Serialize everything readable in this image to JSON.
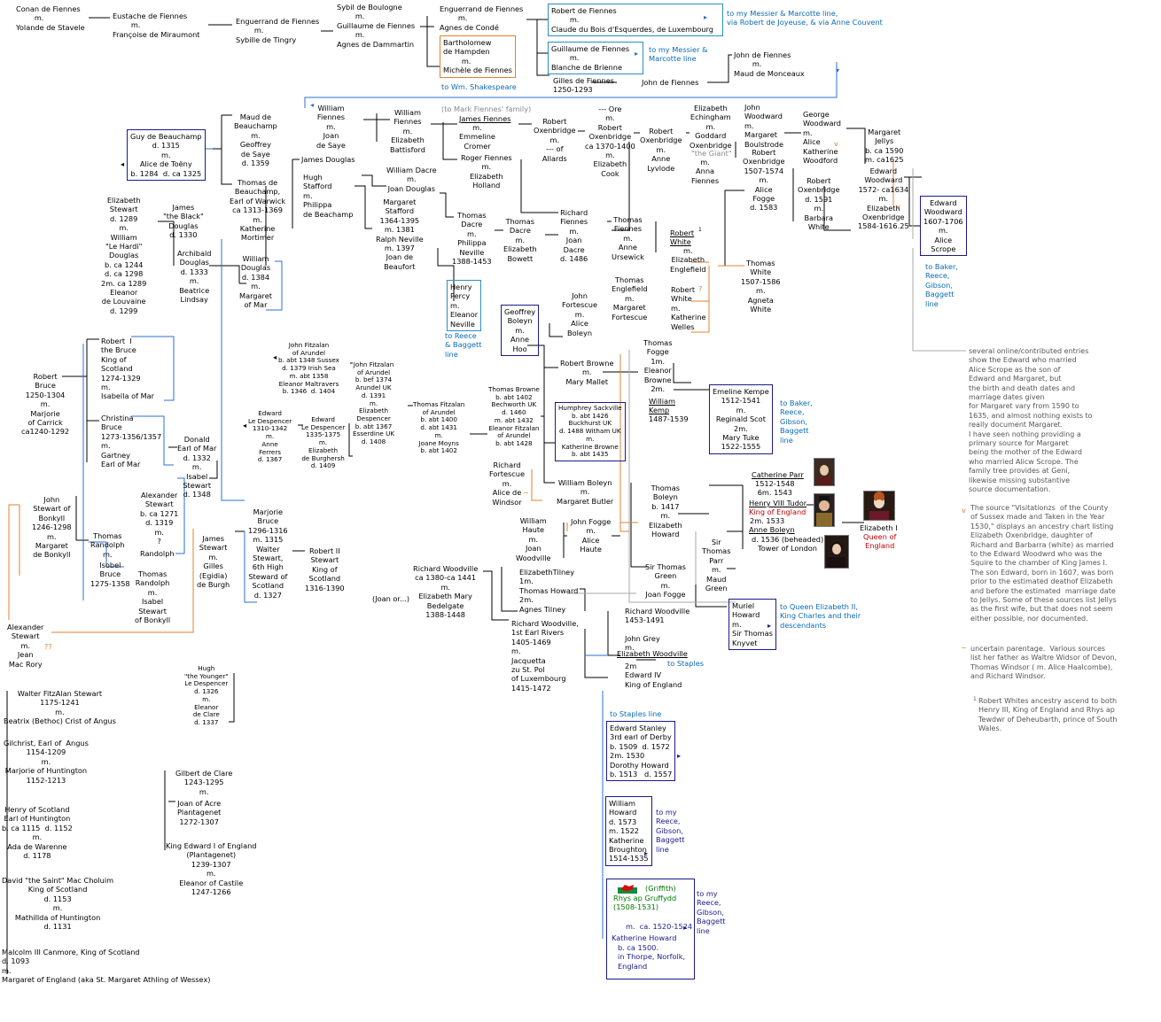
{
  "nodes": {
    "conan": "Conan de Fiennes\n        m.\nYolande de Stavele",
    "eustache": "Eustache de Fiennes\n        m.\nFrançoise de Miraumont",
    "enguerrand1": "Enguerrand de Fiennes\n        m.\nSybille de Tingry",
    "guillaume1": "Sybil de Boulogne\n        m.\nGuillaume de Fiennes\n        m.\nAgnes de Dammartin",
    "enguerrand2": "Enguerrand de Fiennes\n        m.\nAgnes de Condé",
    "bartholomew": "Bartholomew\nde Hampden\n        m.\nMichèle de Fiennes",
    "to_shakespeare": "to Wm. Shakespeare",
    "robert_fiennes": "Robert de Fiennes\n        m.\nClaude du Bois d'Esquerdes, de Luxembourg",
    "to_messier1": "to my Messier & Marcotte line,\nvia Robert de Joyeuse, & via Anne Couvent",
    "guillaume2": "Guillaume de Fiennes\n        m.\nBlanche de Brienne",
    "to_messier2": "to my Messier &\nMarcotte line",
    "gilles": "Gilles de Fiennes\n1250-1293",
    "john_fiennes_a": "John de Fiennes",
    "john_fiennes_b": "John de Fiennes\n        m.\nMaud de Monceaux",
    "william_fiennes1": "William\nFiennes\nm.\nJoan\nde Saye",
    "maud_beauchamp": "Maud de\nBeauchamp\nm.\nGeoffrey\nde Saye\nd. 1359",
    "guy_beauchamp": "Guy de Beauchamp\nd. 1315\nm.\nAlice de Toëny\nb. 1284  d. ca 1325",
    "william_fiennes2": "William\nFiennes\nm.\nElizabeth\nBattisford",
    "to_mark_fiennes": "(to Mark Fiennes' family)",
    "james_fiennes": "James Fiennes",
    "james_fiennes_rest": "m.\nEmmeline\nCromer",
    "roger_fiennes": "Roger Fiennes\nm.\nElizabeth\nHolland",
    "robert_oxenbridge1": "Robert\nOxenbridge\nm.\n--- of\nAllards",
    "ore": "--- Ore\nm.\nRobert\nOxenbridge\nca 1370-1400\nm.\nElizabeth\nCook",
    "robert_oxenbridge2": "Robert\nOxenbridge\nm.\nAnne\nLyvlode",
    "elizabeth_echingham": "Elizabeth\nEchingham\nm.\nGoddard\nOxenbridge",
    "the_giant": "\"the Giant\"",
    "anna_fiennes": "m.\nAnna\nFiennes",
    "john_woodward": "John\nWoodward\nm.\nMargaret\nBoulstrode",
    "george_woodward": "George\nWoodward\nm.\nAlice\nKatherine\nWoodford",
    "margaret_jellys": "Margaret\nJellys\nb. ca 1590\nm. ca1625",
    "edward_woodward1": "Edward\nWoodward\n1572- ca1634\nm.\nElizabeth\nOxenbridge\n1584-1616.25",
    "edward_woodward2": "Edward\nWoodward\n1607-1706\nm.\nAlice\nScrope",
    "to_baker1": "to Baker,\nReece,\nGibson,\nBaggett\nline",
    "robert_oxenbridge3": "Robert\nOxenbridge\n1507-1574\nm.\nAlice\nFogge\nd. 1583",
    "robert_oxenbridge4": "Robert\nOxenbridge\nd. 1591\nm.\nBarbara\nWhite",
    "james_douglas": "James Douglas",
    "hugh_stafford": "Hugh\nStafford\nm.\nPhilippa\nde Beachamp",
    "william_dacre": "William Dacre\nm.\nJoan Douglas",
    "margaret_stafford": "Margaret\nStafford\n1364-1395\nm. 1381\nRalph Neville\nm. 1397\nJoan de\nBeaufort",
    "thomas_dacre1": "Thomas\nDacre\nm.\nPhilippa\nNeville\n1388-1453",
    "thomas_dacre2": "Thomas\nDacre\nm.\nElizabeth\nBowett",
    "richard_fiennes": "Richard\nFiennes\nm.\nJoan\nDacre\nd. 1486",
    "thomas_fiennes": "Thomas\nFiennes\nm.\nAnne\nUrsewick",
    "robert_white1": "Robert",
    "robert_white1b": "White",
    "robert_white1c": "m.\nElizabeth\nEnglefield",
    "thomas_englefield": "Thomas\nEnglefield\nm.\nMargaret\nFortescue",
    "robert_white2": "Robert\nWhite\nm.\nKatherine\nWelles",
    "thomas_white": "Thomas\nWhite\n1507-1586\nm.\nAgneta\nWhite",
    "henry_percy": "Henry\nPercy\nm.\nEleanor\nNeville",
    "to_reece1": "to Reece\n& Baggett\nline",
    "geoffrey_boleyn": "Geoffrey\nBoleyn\nm.\nAnne\nHoo",
    "john_fortescue": "John\nFortescue\nm.\nAlice\nBoleyn",
    "thomas_beauchamp": "Thomas de\nBeauchamp,\nEarl of Warwick\nca 1313-1369\nm.\nKatherine\nMortimer",
    "elizabeth_stewart": "Elizabeth\nStewart\nd. 1289\nm.\nWilliam\n\"Le Hardi\"\nDouglas\nb. ca 1244\nd. ca 1298\n2m. ca 1289\nEleanor\nde Louvaine\nd. 1299",
    "james_black_douglas": "James\n\"the Black\"\nDouglas\nd. 1330",
    "archibald_douglas": "Archibald\nDouglas\nd. 1333\nm.\nBeatrice\nLindsay",
    "william_douglas": "William\nDouglas\nd. 1384\nm.\nMargaret\nof Mar",
    "robert_bruce1": "Robert\nBruce\n1250-1304\nm.\nMarjorie\nof Carrick\nca1240-1292",
    "robert_the_bruce": "Robert  I\nthe Bruce\nKing of\nScotland\n1274-1329\nm.\nIsabella of Mar",
    "christina_bruce": "Christina\nBruce\n1273-1356/1357\nm.\nGartney\nEarl of Mar",
    "donald_mar": "Donald\nEarl of Mar\nd. 1332\nm.\nIsabel\nStewart\nd. 1348",
    "john_fitzalan1": "John Fitzalan\nof Arundel\nb. abt 1348 Sussex\nd. 1379 Irish Sea\nm. abt 1358\nEleanor Maltravers\nb. 1346  d. 1404",
    "john_fitzalan2": "John Fitzalan\nof Arundel\nb. bef 1374\nArundel UK\nd. 1391\nm.\nElizabeth\nDespencer\nb. abt 1367\nEsserdine UK\nd. 1408",
    "thomas_fitzalan": "Thomas Fitzalan\nof Arundel\nb. abt 1400\nd. abt 1431\nm.\nJoane Moyns\nb. abt 1402",
    "thomas_browne": "Thomas Browne\nb. abt 1402\nBechworth UK\nd. 1460\nm. abt 1432\nEleanor Fitzalan\nof Arundel\nb. abt 1428",
    "edward_despencer1": "Edward\nLe Despencer\n1310-1342\nm.\nAnne\nFerrers\nd. 1367",
    "edward_despencer2": "Edward\nLe Despencer\n1335-1375\nm.\nElizabeth\nde Burghersh\nd. 1409",
    "robert_browne": "Robert Browne\nm.\nMary Mallet",
    "humphrey_sackville": "Humphrey Sackville\nb. abt 1426\nBuckhurst UK\nd. 1488 Witham UK\nm.\nKatherine Browne\nb. abt 1435",
    "thomas_fogge": "Thomas\nFogge\n1m.\nEleanor\nBrowne\n2m.",
    "william_kemp": "William\nKemp",
    "kemp_dates": "1487-1539",
    "emeline_kempe": "Emeline Kempe\n1512-1541\nm.\nReginald Scot\n2m.\nMary Tuke\n1522-1555",
    "to_baker2": "to Baker,\nReece,\nGibson,\nBaggett\nline",
    "richard_fortescue": "Richard\nFortescue\nm.\nAlice de\nWindsor",
    "william_boleyn": "William Boleyn\nm.\nMargaret Butler",
    "thomas_boleyn": "Thomas\nBoleyn\nb. 1417\nm.\nElizabeth\nHoward",
    "catherine_parr": "Catherine Parr",
    "catherine_parr_rest": "1512-1548\n6m. 1543",
    "henry_viii": "Henry VIII Tudor",
    "king_england": "King of England",
    "henry_m": "2m. 1533",
    "anne_boleyn": "Anne Boleyn",
    "anne_boleyn_rest": "d. 1536 (beheaded)\nTower of London",
    "elizabeth_i": "Elizabeth I",
    "queen_england": "Queen of\nEngland",
    "thomas_parr": "Sir\nThomas\nParr\nm.\nMaud\nGreen",
    "thomas_green": "Sir Thomas\nGreen\nm.\nJoan Fogge",
    "muriel_howard": "Muriel\nHoward\nm.\nSir Thomas\nKnyvet",
    "to_queen_elizabeth": "to Queen Elizabeth II,\nKing Charles and their\ndescendants",
    "james_stewart": "James\nStewart\nm.\nGilles\n(Egidia)\nde Burgh",
    "marjorie_bruce": "Marjorie\nBruce\n1296-1316\nm. 1315\nWalter\nStewart,\n6th High\nSteward of\nScotland\nd. 1327",
    "robert_ii": "Robert II\nStewart\nKing of\nScotland\n1316-1390",
    "john_stewart": "John\nStewart of\nBonkyll\n1246-1298\nm.\nMargaret\nde Bonkyll",
    "alexander_stewart1": "Alexander\nStewart\nb. ca 1271\nd. 1319\nm.\n?",
    "randolph": "Randolph",
    "thomas_randolph1": "Thomas\nRandolph\nm.",
    "isobel_bruce": "Isobel\nBruce\n1275-1358",
    "thomas_randolph2": "Thomas\nRandolph\nm.\nIsabel\nStewart\nof Bonkyll",
    "alexander_stewart2": "Alexander\nStewart\nm.\nJean\nMac Rory",
    "qq": "??",
    "walter_fitzalan": "Walter FitzAlan Stewart\n1175-1241\nm.\nBeatrix (Bethoc) Crist of Angus",
    "gilchrist": "Gilchrist, Earl of  Angus\n1154-1209\nm.\nMarjorie of Huntington\n1152-1213",
    "henry_scotland": "Henry of Scotland\nEarl of Huntington\nb. ca 1115  d. 1152\nm.\nAda de Warenne\nd. 1178",
    "david_saint": "David \"the Saint\" Mac Choluim\nKing of Scotland\nd. 1153\nm.\nMathillda of Huntington\nd. 1131",
    "malcolm_iii": "Malcolm III Canmore, King of Scotland\nd. 1093\nm.\nMargaret of England (aka St. Margaret Athling of Wessex)",
    "hugh_despencer": "Hugh\n\"the Younger\"\nLe Despencer\nd. 1326\nm.\nEleanor\nde Clare\nd. 1337",
    "gilbert_clare": "Gilbert de Clare\n1243-1295\nm.",
    "joan_acre": "Joan of Acre\nPlantagenet\n1272-1307",
    "edward_i": "King Edward I of England\n(Plantagenet)\n1239-1307\nm.\nEleanor of Castile\n1247-1266",
    "william_haute": "William\nHaute\nm.\nJoan\nWoodville",
    "john_fogge": "John Fogge\nm.\nAlice\nHaute",
    "elizabeth_tilney": "ElizabethTilney\n1m.\nThomas Howard\n2m.\nAgnes Tilney",
    "richard_woodville1": "Richard Woodville\nca 1380-ca 1441\nm.\nElizabeth Mary\nBedelgate\n1388-1448",
    "joan_or": "(Joan or...)",
    "richard_woodville2": "Richard Woodville,\n1st Earl Rivers\n1405-1469\nm.\nJacquetta\nzu St. Pol\nof Luxembourg\n1415-1472",
    "richard_woodville3": "Richard Woodville\n1453-1491",
    "john_grey": "John Grey\nm.",
    "elizabeth_woodville": "Elizabeth Woodville",
    "woodville_rest": "2m\nEdward IV\nKing of England",
    "to_staples1": "to Staples",
    "to_staples2": "to Staples line",
    "edward_stanley": "Edward Stanley\n3rd earl of Derby\nb. 1509  d. 1572\n2m. 1530\nDorothy Howard\nb. 1513   d. 1557",
    "william_howard": "William\nHoward\nd. 1573\nm. 1522\nKatherine\nBroughton\n1514-1535",
    "to_reece2": "to my\nReece,\nGibson,\nBaggett\nline",
    "griffith": "(Griffith)",
    "rhys": "Rhys ap Gruffydd\n(1508-1531)",
    "rhys_m": "m.  ca. 1520-1524",
    "katherine_howard": "Katherine Howard",
    "katherine_howard_rest": "b. ca 1500.\nin Thorpe, Norfolk,\nEngland",
    "to_reece3": "to my\nReece,\nGibson,\nBaggett\nline"
  },
  "notes": {
    "scrope_note": "several online/contributed entries\nshow the Edward who married\nAlice Scrope as the son of\nEdward and Margaret, but\nthe birth and death dates and\nmarriage dates given\nfor Margaret vary from 1590 to\n1635, and almost nothing exists to\nreally document Margaret.\nI have seen nothing providing a\nprimary source for Margaret\nbeing the mother of the Edward\nwho married Alicw Scrope. The\nfamily tree provides at Geni,\nlikewise missing substantive\nsource documentation.",
    "visitations_note": "The source \"Visitationzs  of the County\nof Sussex made and Taken in the Year\n1530,\" displays an ancestry chart listing\nElizabeth Oxenbridge, daughter of\nRichard and Barbarra (white) as married\nto the Edward Woodwrd who was the\nSquire to the chamber of King James I.\nThe son Edward, born in 1607, was born\nprior to the estimated deathof Elizabeth\nand before the estimated  marriage date\nto Jellys. Some of these sources list Jellys\nas the first wife, but that does not seem\neither possible, nor documented.",
    "uncertain_note": "uncertain parentage.  Various sources\nlist her father as Waltre Widsor of Devon,\nThomas Windsor ( m. Alice Haalcombe),\nand Richard Windsor.",
    "white_note": "Robert Whites ancestry ascend to both\nHenry III, King of England and Rhys ap\nTewdwr of Deheubarth, prince of South\nWales.",
    "mark_v": "v",
    "mark_tilde": "~",
    "mark_1": "1",
    "mark_q": "?"
  },
  "colors": {
    "blue_line": "#2b6fd6",
    "orange_line": "#e08030",
    "navy_box": "#1a1a8a",
    "gray_line": "#aaaaaa"
  }
}
